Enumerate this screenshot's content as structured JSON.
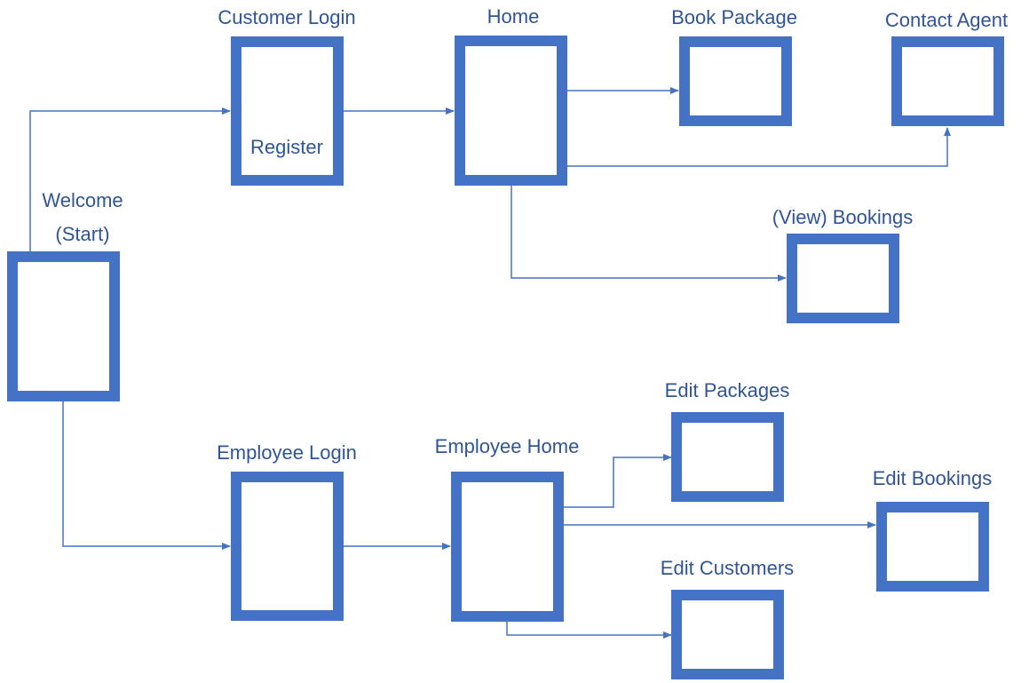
{
  "theme": {
    "box_color": "#4472C4",
    "line_color": "#4472C4",
    "text_color": "#2F5597"
  },
  "screens": {
    "welcome": {
      "line1": "Welcome",
      "line2": "(Start)"
    },
    "customer_login": {
      "label": "Customer Login",
      "inner": "Register"
    },
    "home": {
      "label": "Home"
    },
    "book_package": {
      "label": "Book Package"
    },
    "contact_agent": {
      "label": "Contact Agent"
    },
    "view_bookings": {
      "label": "(View) Bookings"
    },
    "employee_login": {
      "label": "Employee Login"
    },
    "employee_home": {
      "label": "Employee Home"
    },
    "edit_packages": {
      "label": "Edit Packages"
    },
    "edit_bookings": {
      "label": "Edit Bookings"
    },
    "edit_customers": {
      "label": "Edit Customers"
    }
  }
}
